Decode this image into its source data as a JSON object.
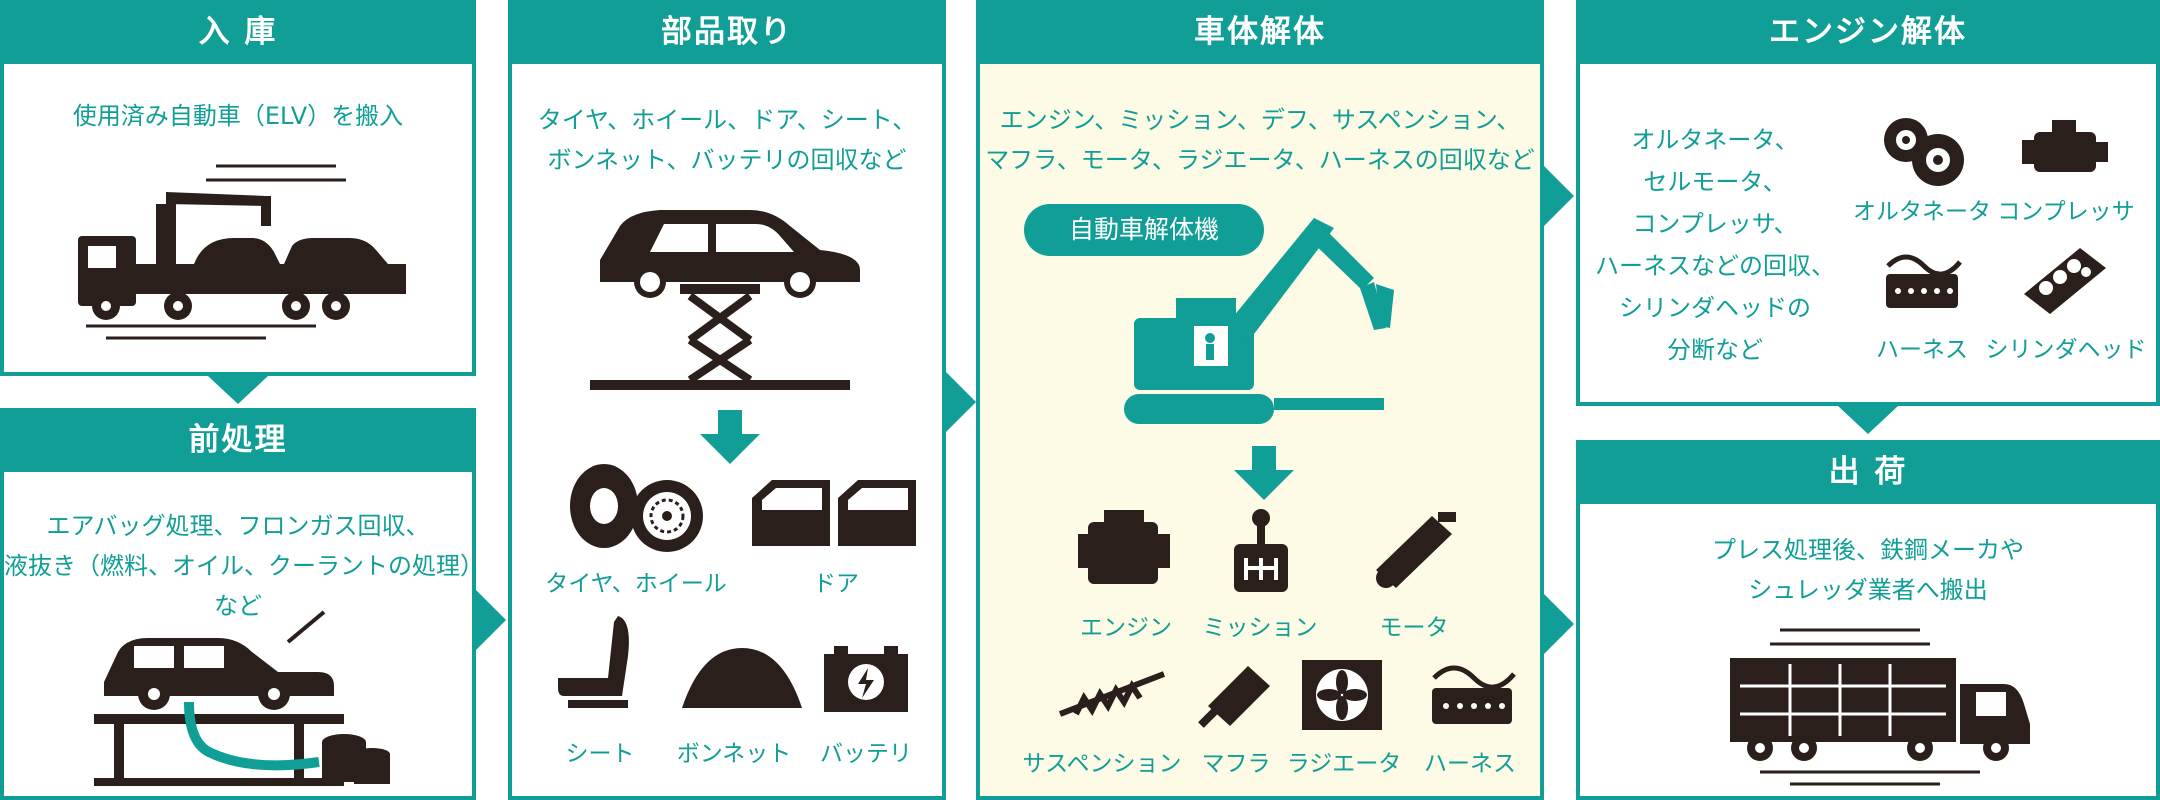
{
  "colors": {
    "accent": "#109e96",
    "cream": "#fdfae6",
    "ink": "#2a1f1a"
  },
  "stages": {
    "nyuko": {
      "title": "入 庫",
      "desc": "使用済み自動車（ELV）を搬入"
    },
    "zenshori": {
      "title": "前処理",
      "desc1": "エアバッグ処理、フロンガス回収、",
      "desc2": "液抜き（燃料、オイル、クーラントの処理）など"
    },
    "buhin": {
      "title": "部品取り",
      "desc1": "タイヤ、ホイール、ドア、シート、",
      "desc2": "ボンネット、バッテリの回収など",
      "parts": {
        "tire": "タイヤ、ホイール",
        "door": "ドア",
        "seat": "シート",
        "bonnet": "ボンネット",
        "battery": "バッテリ"
      }
    },
    "shatai": {
      "title": "車体解体",
      "desc1": "エンジン、ミッション、デフ、サスペンション、",
      "desc2": "マフラ、モータ、ラジエータ、ハーネスの回収など",
      "machine": "自動車解体機",
      "parts": {
        "engine": "エンジン",
        "mission": "ミッション",
        "motor": "モータ",
        "suspension": "サスペンション",
        "muffler": "マフラ",
        "radiator": "ラジエータ",
        "harness": "ハーネス"
      }
    },
    "engine": {
      "title": "エンジン解体",
      "desc": [
        "オルタネータ、",
        "セルモータ、",
        "コンプレッサ、",
        "ハーネスなどの回収、",
        "シリンダヘッドの",
        "分断など"
      ],
      "parts": {
        "alternator": "オルタネータ",
        "compressor": "コンプレッサ",
        "harness": "ハーネス",
        "cylinder": "シリンダヘッド"
      }
    },
    "shukka": {
      "title": "出 荷",
      "desc1": "プレス処理後、鉄鋼メーカや",
      "desc2": "シュレッダ業者へ搬出"
    }
  }
}
